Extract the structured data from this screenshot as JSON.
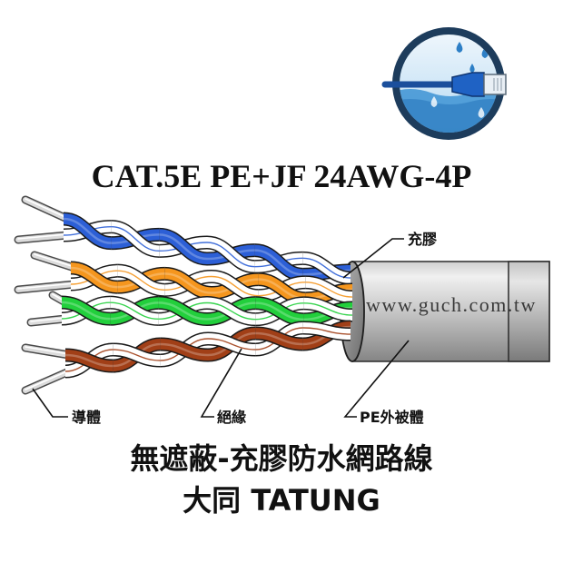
{
  "title": "CAT.5E PE+JF 24AWG-4P",
  "jacket_print": "www.guch.com.tw",
  "callouts": {
    "filling_gel": "充膠",
    "conductor": "導體",
    "insulation": "絕緣",
    "outer_jacket": "PE外被體"
  },
  "caption": {
    "line1": "無遮蔽-充膠防水網路線",
    "line2": "大同 TATUNG"
  },
  "icon": "waterproof-connector-icon",
  "colors": {
    "pair_blue": "#2c5fd6",
    "pair_orange": "#f5961e",
    "pair_green": "#22cf3c",
    "pair_brown": "#a13f17",
    "pair_white": "#ffffff",
    "conductor": "#dcdcdc",
    "icon_ring": "#1d3c5c",
    "icon_water": "#3d93d3",
    "text": "#111111"
  }
}
